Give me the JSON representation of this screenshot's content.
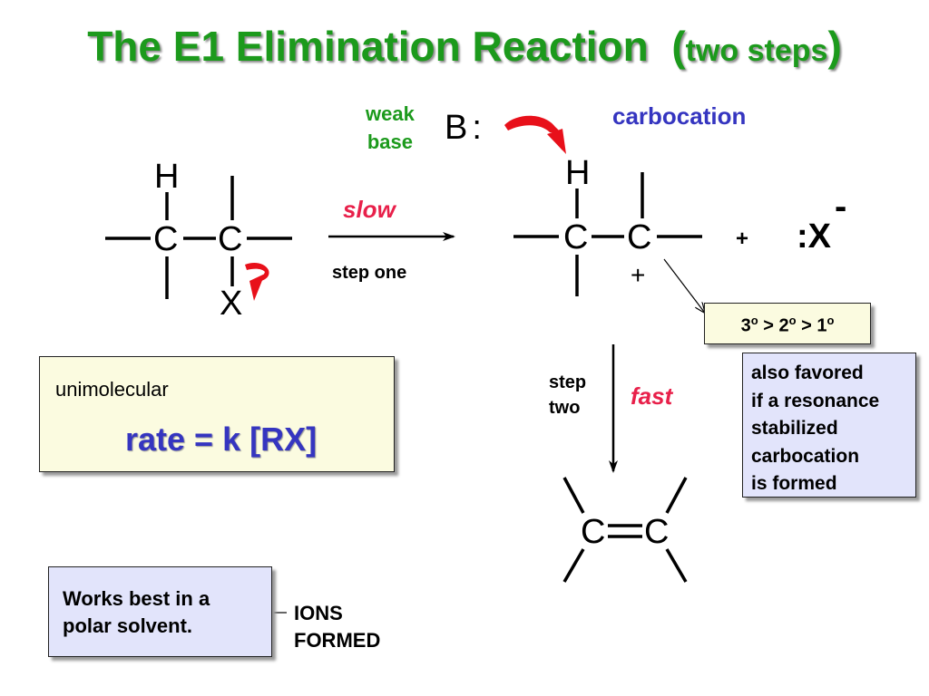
{
  "title": {
    "main": "The E1 Elimination Reaction",
    "open_paren": "(",
    "sub": "two steps",
    "close_paren": ")"
  },
  "reactant": {
    "h": "H",
    "c1": "C",
    "c2": "C",
    "x": "X"
  },
  "step_one": {
    "rate_word": "slow",
    "label": "step one"
  },
  "base": {
    "label_line1": "weak",
    "label_line2": "base",
    "symbol": "B:"
  },
  "carbocation": {
    "label": "carbocation",
    "h": "H",
    "c1": "C",
    "c2": "C",
    "charge": "+"
  },
  "leaving_group": {
    "plus": "+",
    "symbol": ":X",
    "charge": "-"
  },
  "stability": {
    "text": "3° > 2° > 1°",
    "parts": [
      "3",
      "o",
      " > 2",
      "o",
      " > 1",
      "o"
    ]
  },
  "resonance_note": {
    "lines": [
      "also favored",
      "if a resonance",
      "stabilized",
      "carbocation",
      "is formed"
    ]
  },
  "step_two": {
    "label_line1": "step",
    "label_line2": "two",
    "rate_word": "fast"
  },
  "alkene": {
    "c1": "C",
    "c2": "C"
  },
  "rate_box": {
    "label": "unimolecular",
    "equation": "rate = k [RX]"
  },
  "solvent_box": {
    "line1": "Works best in a",
    "line2": "polar solvent."
  },
  "ions_note": {
    "line1": "IONS",
    "line2": "FORMED"
  },
  "colors": {
    "title": "#1c9a1c",
    "base_label": "#1c9a1c",
    "slow_fast": "#e8204a",
    "carbocation_label": "#3535c0",
    "rate_equation": "#3535c0",
    "curved_arrow": "#e8101a",
    "yellow_box": "#fbfbe0",
    "blue_box": "#e2e4fb"
  }
}
